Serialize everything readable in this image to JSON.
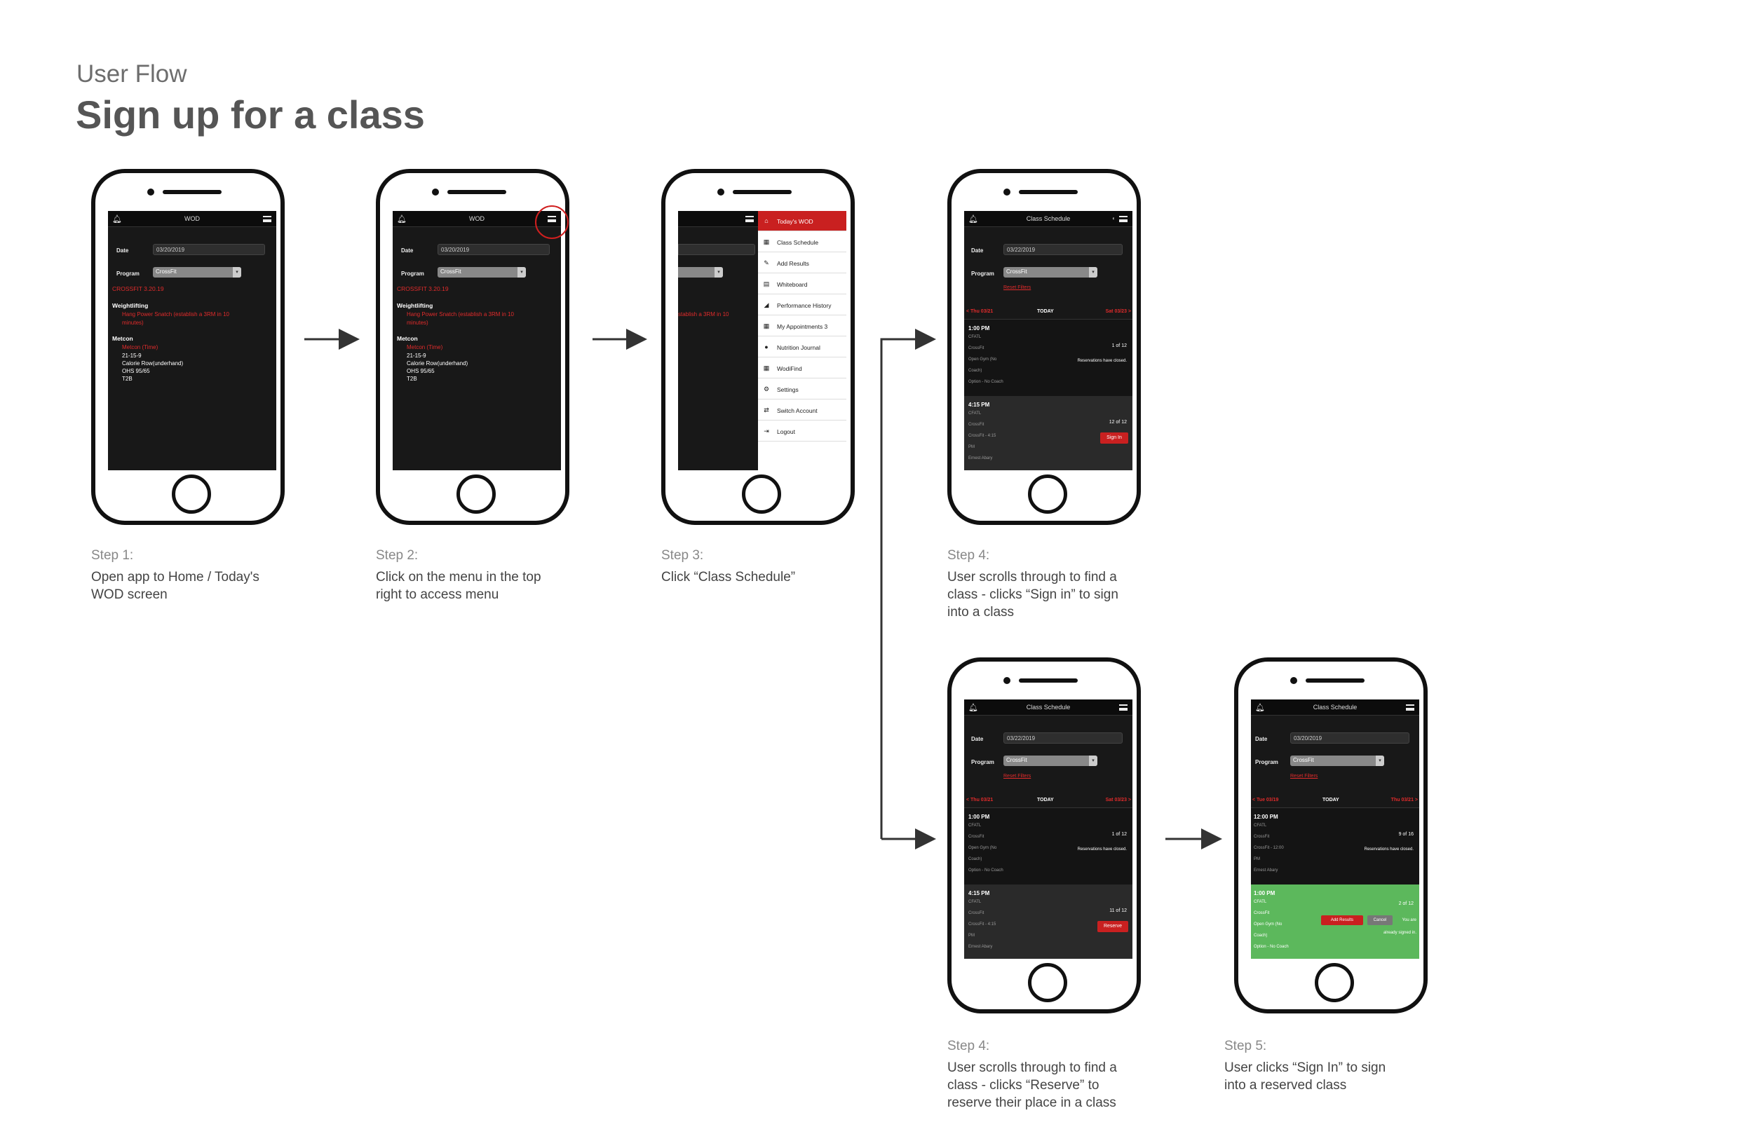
{
  "header": {
    "subtitle": "User Flow",
    "title": "Sign up for a class"
  },
  "wod": {
    "title": "WOD",
    "date_label": "Date",
    "date": "03/20/2019",
    "program_label": "Program",
    "program": "CrossFit",
    "heading": "CROSSFIT 3.20.19",
    "section1": "Weightlifting",
    "section1_text1": "Hang Power Snatch (establish a 3RM in 10",
    "section1_text2": "minutes)",
    "section2": "Metcon",
    "metcon_type": "Metcon (Time)",
    "lines": [
      "21-15-9",
      "Calorie Row(underhand)",
      "OHS 95/65",
      "T2B"
    ]
  },
  "menu": {
    "partial_text": "stablish a 3RM in 10",
    "items": [
      {
        "label": "Today's WOD",
        "icon": "home-icon"
      },
      {
        "label": "Class Schedule",
        "icon": "calendar-icon"
      },
      {
        "label": "Add Results",
        "icon": "pencil-icon"
      },
      {
        "label": "Whiteboard",
        "icon": "whiteboard-icon"
      },
      {
        "label": "Performance History",
        "icon": "chart-icon"
      },
      {
        "label": "My Appointments 3",
        "icon": "calendar-icon"
      },
      {
        "label": "Nutrition Journal",
        "icon": "apple-icon"
      },
      {
        "label": "WodiFind",
        "icon": "map-icon"
      },
      {
        "label": "Settings",
        "icon": "gear-icon"
      },
      {
        "label": "Switch Account",
        "icon": "shuffle-icon"
      },
      {
        "label": "Logout",
        "icon": "logout-icon"
      }
    ]
  },
  "schedule1": {
    "title": "Class Schedule",
    "date": "03/22/2019",
    "reset": "Reset Filters",
    "prev": "< Thu 03/21",
    "today": "TODAY",
    "next": "Sat 03/23 >",
    "c1_time": "1:00 PM",
    "c1_gym": "CFATL",
    "c1_prog": "CrossFit",
    "c1_name1": "Open Gym (No",
    "c1_name2": "Coach)",
    "c1_coach": "Option - No Coach",
    "c1_count": "1 of 12",
    "c1_note": "Reservations have closed.",
    "c2_time": "4:15 PM",
    "c2_gym": "CFATL",
    "c2_prog": "CrossFit",
    "c2_name1": "CrossFit - 4:15",
    "c2_name2": "PM",
    "c2_coach": "Ernest Abary",
    "c2_count": "12 of 12",
    "c2_btn": "Sign In"
  },
  "schedule2": {
    "c2_count": "11 of 12",
    "c2_btn": "Reserve"
  },
  "schedule3": {
    "date": "03/20/2019",
    "prev": "< Tue 03/19",
    "next": "Thu 03/21 >",
    "c1_time": "12:00 PM",
    "c1_name1": "CrossFit - 12:00",
    "c1_name2": "PM",
    "c1_count": "9 of 16",
    "c2_time": "1:00 PM",
    "c2_count": "2 of 12",
    "btn_add": "Add Results",
    "btn_cancel": "Cancel",
    "signed1": "You are",
    "signed2": "already signed in."
  },
  "steps": [
    {
      "h": "Step 1:",
      "d": "Open app to Home / Today's\nWOD screen"
    },
    {
      "h": "Step 2:",
      "d": "Click on the menu in the top\nright to access menu"
    },
    {
      "h": "Step 3:",
      "d": "Click “Class Schedule”"
    },
    {
      "h": "Step 4:",
      "d": "User scrolls through to find a\nclass - clicks “Sign in” to sign\ninto a class"
    },
    {
      "h": "Step 4:",
      "d": "User scrolls through to find a\nclass - clicks “Reserve” to\nreserve their place in a class"
    },
    {
      "h": "Step 5:",
      "d": "User clicks “Sign In” to sign\ninto a reserved class"
    }
  ],
  "colors": {
    "accent": "#c92020",
    "signed_in": "#5cb85c",
    "screen_bg": "#181818"
  }
}
